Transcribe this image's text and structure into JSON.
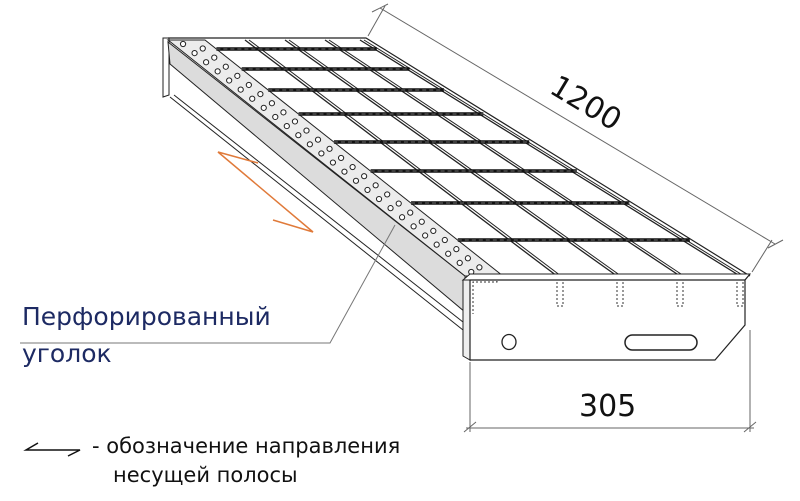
{
  "dimensions": {
    "length": "1200",
    "width": "305"
  },
  "callout": {
    "line1": "Перфорированный",
    "line2": "уголок"
  },
  "legend": {
    "line1": "- обозначение направления",
    "line2": "несущей полосы"
  },
  "colors": {
    "callout_text": "#1d2a63",
    "direction_arrow": "#e07a3a",
    "angle_face": "#dcdcdc"
  }
}
